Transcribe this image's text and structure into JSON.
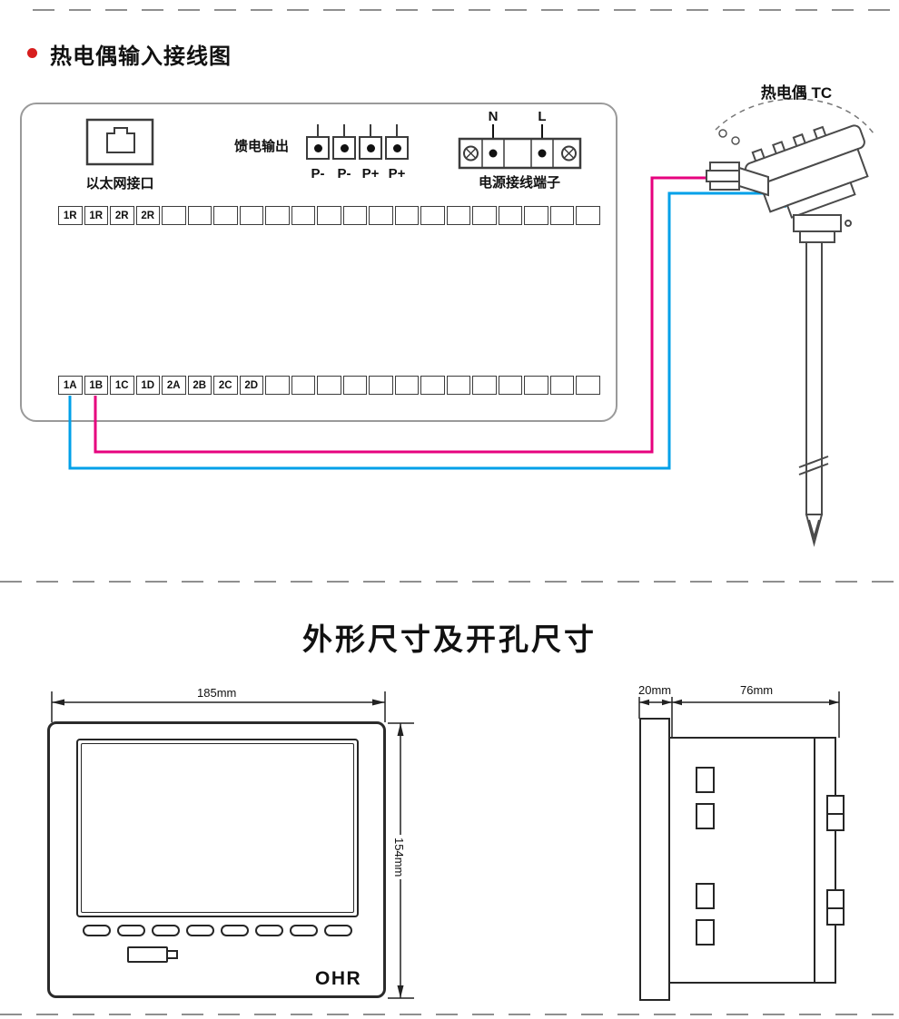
{
  "wiring": {
    "title": "热电偶输入接线图",
    "bullet_color": "#d71e1e",
    "thermocouple_label": "热电偶 TC",
    "panel": {
      "ethernet_label": "以太网接口",
      "feed_output_label": "馈电输出",
      "feed_terminal_labels": [
        "P-",
        "P-",
        "P+",
        "P+"
      ],
      "power_n": "N",
      "power_l": "L",
      "power_label": "电源接线端子",
      "relay_row_labels": [
        "1R",
        "1R",
        "2R",
        "2R"
      ],
      "relay_row_total_cells": 21,
      "input_row_labels": [
        "1A",
        "1B",
        "1C",
        "1D",
        "2A",
        "2B",
        "2C",
        "2D"
      ],
      "input_row_total_cells": 21
    },
    "wire_colors": {
      "tc_positive": "#e6007e",
      "tc_negative": "#00a0e9"
    }
  },
  "dimensions": {
    "title": "外形尺寸及开孔尺寸",
    "front_view": {
      "width_label": "185mm",
      "height_label": "154mm",
      "logo": "OHR",
      "button_count": 8
    },
    "side_view": {
      "bezel_depth_label": "20mm",
      "body_depth_label": "76mm"
    }
  }
}
